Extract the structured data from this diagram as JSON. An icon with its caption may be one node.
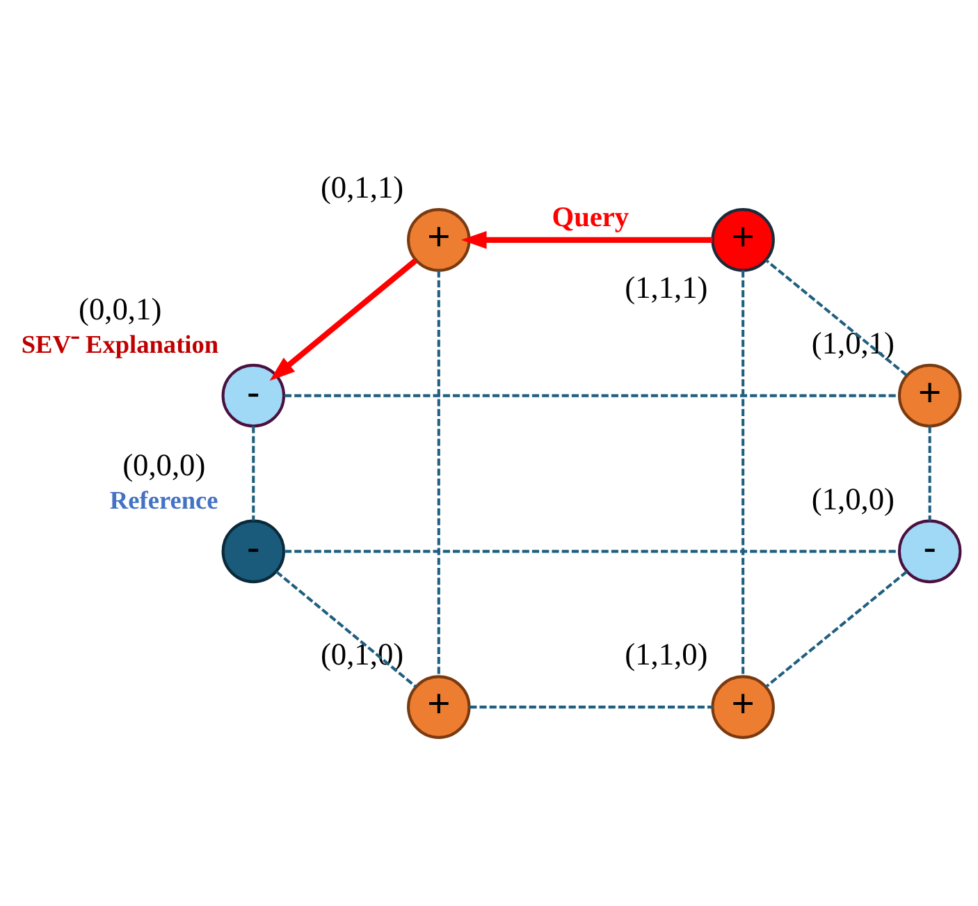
{
  "diagram": {
    "nodes": [
      {
        "text": [
          "+"
        ],
        "beside": [
          "(0,1,1)"
        ]
      },
      {
        "text": [
          "+"
        ],
        "beside": [
          "(1,1,1)"
        ]
      },
      {
        "text": [
          "-"
        ],
        "beside": [
          "(0,0,1)",
          "SEV⁻ Explanation"
        ]
      },
      {
        "text": [
          "+"
        ],
        "beside": [
          "(1,0,1)"
        ]
      },
      {
        "text": [
          "+"
        ],
        "beside": [
          "(0,1,0)"
        ]
      },
      {
        "text": [
          "+"
        ],
        "beside": [
          "(1,1,0)"
        ]
      },
      {
        "text": [
          "-"
        ],
        "beside": [
          "(0,0,0)",
          "Reference"
        ]
      },
      {
        "text": [
          "-"
        ],
        "beside": [
          "(1,0,0)"
        ]
      }
    ],
    "edges": [
      {
        "from": 1,
        "to": 0,
        "arrow": "to",
        "label": "Query",
        "style": "thick",
        "color": "#ff0000"
      },
      {
        "from": 0,
        "to": 2,
        "arrow": "to",
        "style": "thick",
        "color": "#ff0000"
      },
      {
        "from": 2,
        "to": 3,
        "arrow": "none",
        "style": "dashed"
      },
      {
        "from": 3,
        "to": 1,
        "arrow": "none",
        "style": "dashed"
      },
      {
        "from": 0,
        "to": 4,
        "arrow": "none",
        "style": "dashed"
      },
      {
        "from": 2,
        "to": 6,
        "arrow": "none",
        "style": "dashed"
      },
      {
        "from": 3,
        "to": 7,
        "arrow": "none",
        "style": "dashed"
      },
      {
        "from": 1,
        "to": 5,
        "arrow": "none",
        "style": "dashed"
      },
      {
        "from": 4,
        "to": 5,
        "arrow": "none",
        "style": "dashed"
      },
      {
        "from": 6,
        "to": 4,
        "arrow": "none",
        "style": "dashed"
      },
      {
        "from": 6,
        "to": 7,
        "arrow": "none",
        "style": "dashed"
      },
      {
        "from": 7,
        "to": 5,
        "arrow": "none",
        "style": "dashed"
      }
    ]
  }
}
